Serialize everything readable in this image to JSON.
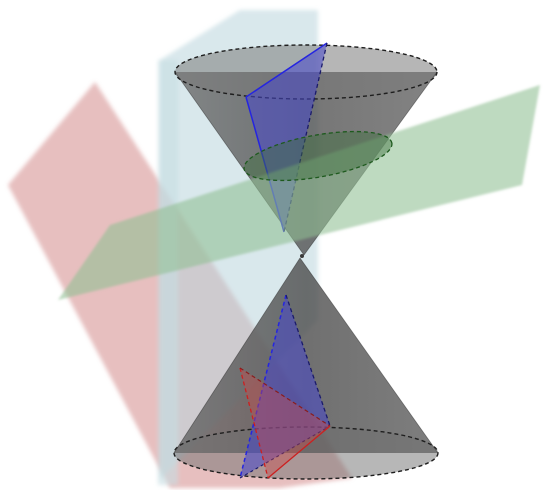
{
  "colors": {
    "background": "#ffffff",
    "cone_fill": "#5a5a5a",
    "cone_edge": "#1e1e1e",
    "plane_red": "#d48a8a",
    "plane_green": "#8fc092",
    "plane_cyan": "#b9d5dc",
    "plane_blue": "#4747cc",
    "section_blue_line": "#2525e0",
    "section_red_line": "#cc2020",
    "ellipse_green_line": "#1e5a1e"
  },
  "elements": {
    "upper_cone": "double-cone-upper-nappe",
    "lower_cone": "double-cone-lower-nappe",
    "vertex": "apex",
    "cutting_planes": [
      "red-plane",
      "green-plane",
      "cyan-plane"
    ],
    "cross_sections": [
      "blue-triangle-upper",
      "blue-triangle-lower",
      "red-triangle-lower",
      "green-ellipse"
    ]
  }
}
